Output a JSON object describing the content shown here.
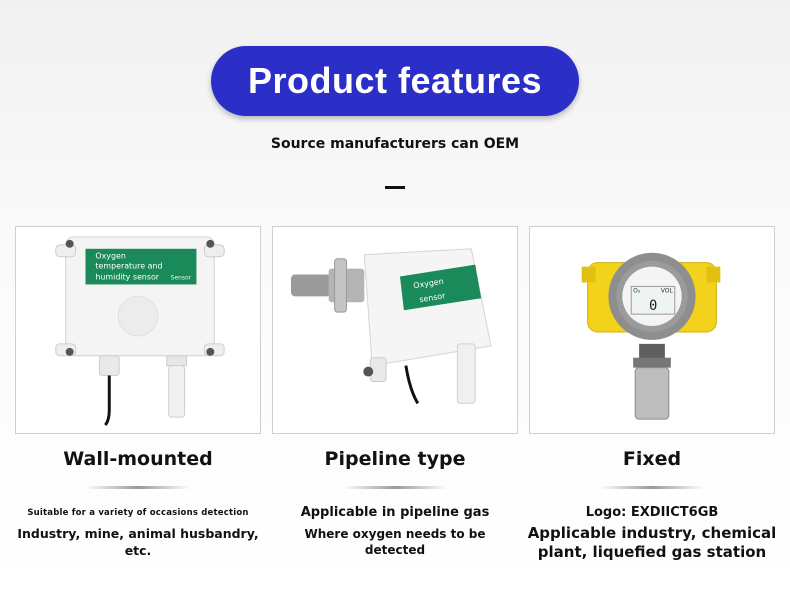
{
  "header": {
    "title": "Product features",
    "subtitle": "Source manufacturers can OEM"
  },
  "colors": {
    "title_pill": "#2b2fc7",
    "label_green": "#1a8a5a",
    "fixed_yellow": "#f2d21a"
  },
  "products": [
    {
      "title": "Wall-mounted",
      "image_text": {
        "line1": "Oxygen",
        "line2": "temperature and",
        "line3": "humidity sensor",
        "line3b": "Sensor"
      },
      "line1": "Suitable for a variety of occasions detection",
      "line2": "Industry, mine, animal husbandry, etc."
    },
    {
      "title": "Pipeline type",
      "image_text": {
        "line1": "Oxygen",
        "line2": "sensor"
      },
      "line1": "Applicable in pipeline gas",
      "line2": "Where oxygen needs to be detected"
    },
    {
      "title": "Fixed",
      "image_text": {
        "o2": "O₂",
        "vol": "VOL",
        "reading": "0"
      },
      "line1": "Logo: EXDIICT6GB",
      "line2": "Applicable industry, chemical plant, liquefied gas station"
    }
  ]
}
